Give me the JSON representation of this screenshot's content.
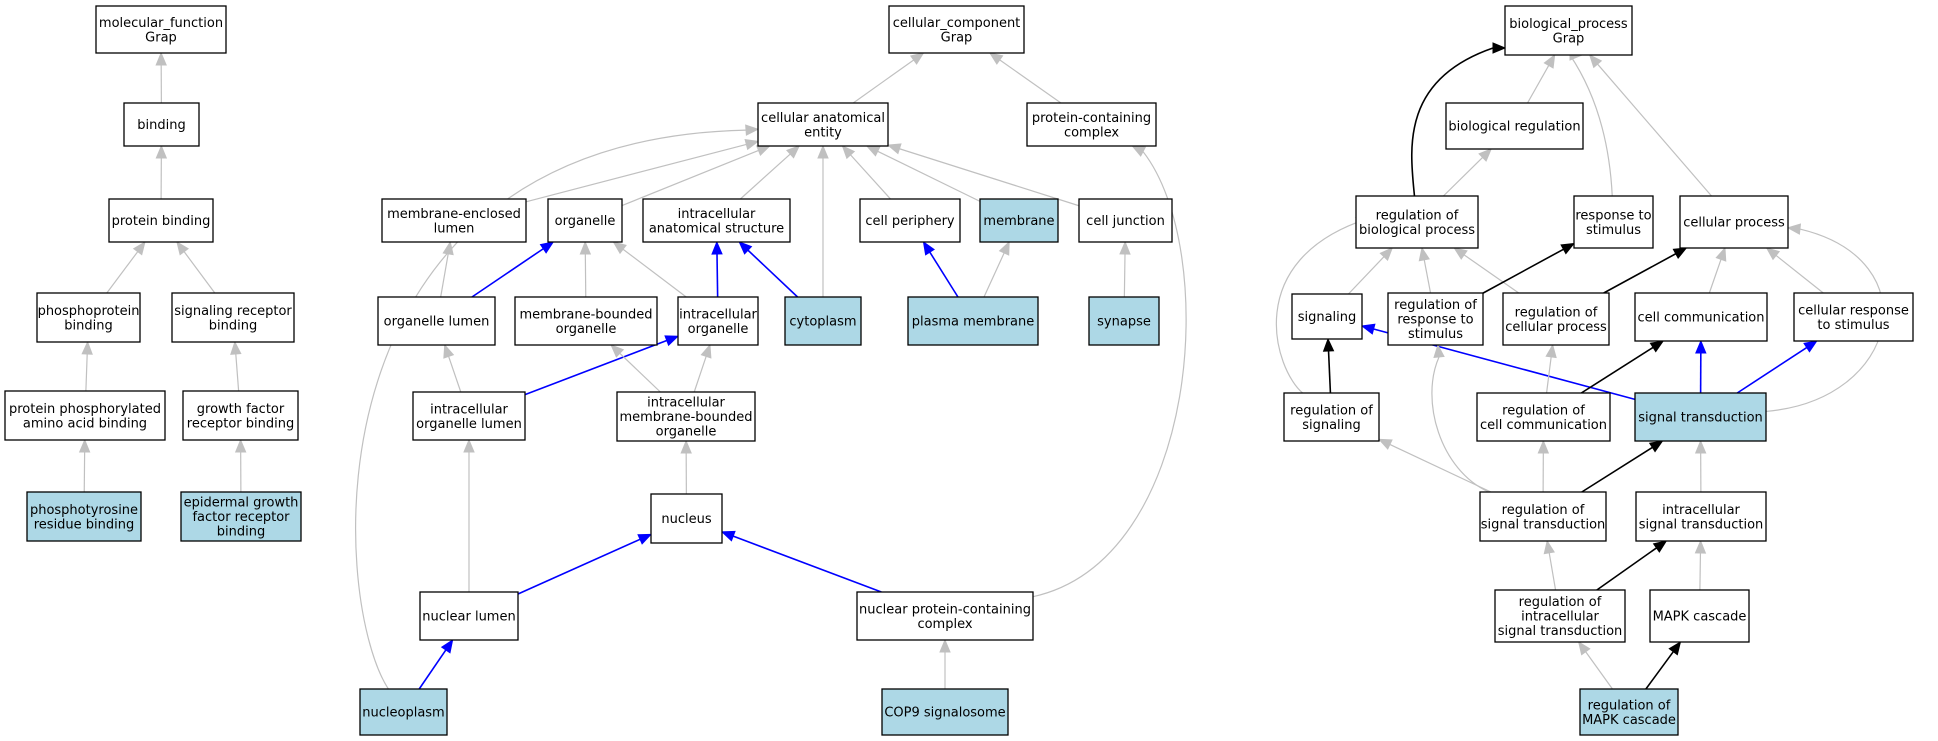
{
  "colors": {
    "default_node": "#ffffff",
    "highlight_node": "#add8e6",
    "edge_gray": "#c0c0c0",
    "edge_blue": "#0000ff",
    "edge_black": "#000000",
    "border": "#000000"
  },
  "nodes": [
    {
      "id": "mf_root",
      "lines": [
        "molecular_function",
        "Grap"
      ],
      "fill": "default_node"
    },
    {
      "id": "binding",
      "lines": [
        "binding"
      ],
      "fill": "default_node"
    },
    {
      "id": "protein_binding",
      "lines": [
        "protein binding"
      ],
      "fill": "default_node"
    },
    {
      "id": "phosphoprotein_binding",
      "lines": [
        "phosphoprotein",
        "binding"
      ],
      "fill": "default_node"
    },
    {
      "id": "signaling_receptor_binding",
      "lines": [
        "signaling receptor",
        "binding"
      ],
      "fill": "default_node"
    },
    {
      "id": "phospho_aa_binding",
      "lines": [
        "protein phosphorylated",
        "amino acid binding"
      ],
      "fill": "default_node"
    },
    {
      "id": "gf_receptor_binding",
      "lines": [
        "growth factor",
        "receptor binding"
      ],
      "fill": "default_node"
    },
    {
      "id": "ptyr_binding",
      "lines": [
        "phosphotyrosine",
        "residue binding"
      ],
      "fill": "highlight_node"
    },
    {
      "id": "egfr_binding",
      "lines": [
        "epidermal growth",
        "factor receptor",
        "binding"
      ],
      "fill": "highlight_node"
    },
    {
      "id": "cc_root",
      "lines": [
        "cellular_component",
        "Grap"
      ],
      "fill": "default_node"
    },
    {
      "id": "cae",
      "lines": [
        "cellular anatomical",
        "entity"
      ],
      "fill": "default_node"
    },
    {
      "id": "pcc",
      "lines": [
        "protein-containing",
        "complex"
      ],
      "fill": "default_node"
    },
    {
      "id": "mel",
      "lines": [
        "membrane-enclosed",
        "lumen"
      ],
      "fill": "default_node"
    },
    {
      "id": "organelle",
      "lines": [
        "organelle"
      ],
      "fill": "default_node"
    },
    {
      "id": "ias",
      "lines": [
        "intracellular",
        "anatomical structure"
      ],
      "fill": "default_node"
    },
    {
      "id": "cell_periphery",
      "lines": [
        "cell periphery"
      ],
      "fill": "default_node"
    },
    {
      "id": "membrane",
      "lines": [
        "membrane"
      ],
      "fill": "highlight_node"
    },
    {
      "id": "cell_junction",
      "lines": [
        "cell junction"
      ],
      "fill": "default_node"
    },
    {
      "id": "organelle_lumen",
      "lines": [
        "organelle lumen"
      ],
      "fill": "default_node"
    },
    {
      "id": "mbo",
      "lines": [
        "membrane-bounded",
        "organelle"
      ],
      "fill": "default_node"
    },
    {
      "id": "io",
      "lines": [
        "intracellular",
        "organelle"
      ],
      "fill": "default_node"
    },
    {
      "id": "cytoplasm",
      "lines": [
        "cytoplasm"
      ],
      "fill": "highlight_node"
    },
    {
      "id": "plasma_membrane",
      "lines": [
        "plasma membrane"
      ],
      "fill": "highlight_node"
    },
    {
      "id": "synapse",
      "lines": [
        "synapse"
      ],
      "fill": "highlight_node"
    },
    {
      "id": "iol",
      "lines": [
        "intracellular",
        "organelle lumen"
      ],
      "fill": "default_node"
    },
    {
      "id": "imbo",
      "lines": [
        "intracellular",
        "membrane-bounded",
        "organelle"
      ],
      "fill": "default_node"
    },
    {
      "id": "nucleus",
      "lines": [
        "nucleus"
      ],
      "fill": "default_node"
    },
    {
      "id": "nuclear_lumen",
      "lines": [
        "nuclear lumen"
      ],
      "fill": "default_node"
    },
    {
      "id": "npcc",
      "lines": [
        "nuclear protein-containing",
        "complex"
      ],
      "fill": "default_node"
    },
    {
      "id": "nucleoplasm",
      "lines": [
        "nucleoplasm"
      ],
      "fill": "highlight_node"
    },
    {
      "id": "cop9",
      "lines": [
        "COP9 signalosome"
      ],
      "fill": "highlight_node"
    },
    {
      "id": "bp_root",
      "lines": [
        "biological_process",
        "Grap"
      ],
      "fill": "default_node"
    },
    {
      "id": "bio_reg",
      "lines": [
        "biological regulation"
      ],
      "fill": "default_node"
    },
    {
      "id": "reg_bp",
      "lines": [
        "regulation of",
        "biological process"
      ],
      "fill": "default_node"
    },
    {
      "id": "resp_stim",
      "lines": [
        "response to",
        "stimulus"
      ],
      "fill": "default_node"
    },
    {
      "id": "cell_proc",
      "lines": [
        "cellular process"
      ],
      "fill": "default_node"
    },
    {
      "id": "signaling",
      "lines": [
        "signaling"
      ],
      "fill": "default_node"
    },
    {
      "id": "reg_resp_stim",
      "lines": [
        "regulation of",
        "response to",
        "stimulus"
      ],
      "fill": "default_node"
    },
    {
      "id": "reg_cell_proc",
      "lines": [
        "regulation of",
        "cellular process"
      ],
      "fill": "default_node"
    },
    {
      "id": "cell_comm",
      "lines": [
        "cell communication"
      ],
      "fill": "default_node"
    },
    {
      "id": "cell_resp_stim",
      "lines": [
        "cellular response",
        "to stimulus"
      ],
      "fill": "default_node"
    },
    {
      "id": "reg_signaling",
      "lines": [
        "regulation of",
        "signaling"
      ],
      "fill": "default_node"
    },
    {
      "id": "reg_cell_comm",
      "lines": [
        "regulation of",
        "cell communication"
      ],
      "fill": "default_node"
    },
    {
      "id": "sig_trans",
      "lines": [
        "signal transduction"
      ],
      "fill": "highlight_node"
    },
    {
      "id": "reg_sig_trans",
      "lines": [
        "regulation of",
        "signal transduction"
      ],
      "fill": "default_node"
    },
    {
      "id": "intra_sig_trans",
      "lines": [
        "intracellular",
        "signal transduction"
      ],
      "fill": "default_node"
    },
    {
      "id": "reg_intra_sig",
      "lines": [
        "regulation of",
        "intracellular",
        "signal transduction"
      ],
      "fill": "default_node"
    },
    {
      "id": "mapk",
      "lines": [
        "MAPK cascade"
      ],
      "fill": "default_node"
    },
    {
      "id": "reg_mapk",
      "lines": [
        "regulation of",
        "MAPK cascade"
      ],
      "fill": "highlight_node"
    }
  ],
  "edges": [
    {
      "from": "binding",
      "to": "mf_root",
      "color": "edge_gray"
    },
    {
      "from": "protein_binding",
      "to": "binding",
      "color": "edge_gray"
    },
    {
      "from": "phosphoprotein_binding",
      "to": "protein_binding",
      "color": "edge_gray"
    },
    {
      "from": "signaling_receptor_binding",
      "to": "protein_binding",
      "color": "edge_gray"
    },
    {
      "from": "phospho_aa_binding",
      "to": "phosphoprotein_binding",
      "color": "edge_gray"
    },
    {
      "from": "gf_receptor_binding",
      "to": "signaling_receptor_binding",
      "color": "edge_gray"
    },
    {
      "from": "ptyr_binding",
      "to": "phospho_aa_binding",
      "color": "edge_gray"
    },
    {
      "from": "egfr_binding",
      "to": "gf_receptor_binding",
      "color": "edge_gray"
    },
    {
      "from": "cae",
      "to": "cc_root",
      "color": "edge_gray"
    },
    {
      "from": "pcc",
      "to": "cc_root",
      "color": "edge_gray"
    },
    {
      "from": "mel",
      "to": "cae",
      "color": "edge_gray"
    },
    {
      "from": "organelle",
      "to": "cae",
      "color": "edge_gray"
    },
    {
      "from": "ias",
      "to": "cae",
      "color": "edge_gray"
    },
    {
      "from": "cytoplasm",
      "to": "cae",
      "color": "edge_gray"
    },
    {
      "from": "cell_periphery",
      "to": "cae",
      "color": "edge_gray"
    },
    {
      "from": "membrane",
      "to": "cae",
      "color": "edge_gray"
    },
    {
      "from": "cell_junction",
      "to": "cae",
      "color": "edge_gray"
    },
    {
      "from": "nucleoplasm",
      "to": "cae",
      "color": "edge_gray"
    },
    {
      "from": "organelle_lumen",
      "to": "mel",
      "color": "edge_gray"
    },
    {
      "from": "organelle_lumen",
      "to": "organelle",
      "color": "edge_blue"
    },
    {
      "from": "mbo",
      "to": "organelle",
      "color": "edge_gray"
    },
    {
      "from": "io",
      "to": "organelle",
      "color": "edge_gray"
    },
    {
      "from": "io",
      "to": "ias",
      "color": "edge_blue"
    },
    {
      "from": "cytoplasm",
      "to": "ias",
      "color": "edge_blue"
    },
    {
      "from": "plasma_membrane",
      "to": "cell_periphery",
      "color": "edge_blue"
    },
    {
      "from": "plasma_membrane",
      "to": "membrane",
      "color": "edge_gray"
    },
    {
      "from": "synapse",
      "to": "cell_junction",
      "color": "edge_gray"
    },
    {
      "from": "iol",
      "to": "organelle_lumen",
      "color": "edge_gray"
    },
    {
      "from": "iol",
      "to": "io",
      "color": "edge_blue"
    },
    {
      "from": "imbo",
      "to": "mbo",
      "color": "edge_gray"
    },
    {
      "from": "imbo",
      "to": "io",
      "color": "edge_gray"
    },
    {
      "from": "nucleus",
      "to": "imbo",
      "color": "edge_gray"
    },
    {
      "from": "nuclear_lumen",
      "to": "iol",
      "color": "edge_gray"
    },
    {
      "from": "nuclear_lumen",
      "to": "nucleus",
      "color": "edge_blue"
    },
    {
      "from": "npcc",
      "to": "nucleus",
      "color": "edge_blue"
    },
    {
      "from": "npcc",
      "to": "pcc",
      "color": "edge_gray"
    },
    {
      "from": "nucleoplasm",
      "to": "nuclear_lumen",
      "color": "edge_blue"
    },
    {
      "from": "cop9",
      "to": "npcc",
      "color": "edge_gray"
    },
    {
      "from": "bio_reg",
      "to": "bp_root",
      "color": "edge_gray"
    },
    {
      "from": "reg_bp",
      "to": "bp_root",
      "color": "edge_black"
    },
    {
      "from": "resp_stim",
      "to": "bp_root",
      "color": "edge_gray"
    },
    {
      "from": "cell_proc",
      "to": "bp_root",
      "color": "edge_gray"
    },
    {
      "from": "reg_bp",
      "to": "bio_reg",
      "color": "edge_gray"
    },
    {
      "from": "signaling",
      "to": "reg_bp",
      "color": "edge_gray"
    },
    {
      "from": "reg_signaling",
      "to": "reg_bp",
      "color": "edge_gray"
    },
    {
      "from": "reg_resp_stim",
      "to": "reg_bp",
      "color": "edge_gray"
    },
    {
      "from": "reg_cell_proc",
      "to": "reg_bp",
      "color": "edge_gray"
    },
    {
      "from": "reg_resp_stim",
      "to": "resp_stim",
      "color": "edge_black"
    },
    {
      "from": "reg_cell_proc",
      "to": "cell_proc",
      "color": "edge_black"
    },
    {
      "from": "cell_comm",
      "to": "cell_proc",
      "color": "edge_gray"
    },
    {
      "from": "cell_resp_stim",
      "to": "cell_proc",
      "color": "edge_gray"
    },
    {
      "from": "reg_signaling",
      "to": "signaling",
      "color": "edge_black"
    },
    {
      "from": "sig_trans",
      "to": "signaling",
      "color": "edge_blue"
    },
    {
      "from": "sig_trans",
      "to": "cell_comm",
      "color": "edge_blue"
    },
    {
      "from": "sig_trans",
      "to": "cell_resp_stim",
      "color": "edge_blue"
    },
    {
      "from": "sig_trans",
      "to": "cell_proc",
      "color": "edge_gray"
    },
    {
      "from": "reg_cell_comm",
      "to": "reg_cell_proc",
      "color": "edge_gray"
    },
    {
      "from": "reg_cell_comm",
      "to": "cell_comm",
      "color": "edge_black"
    },
    {
      "from": "reg_sig_trans",
      "to": "reg_signaling",
      "color": "edge_gray"
    },
    {
      "from": "reg_sig_trans",
      "to": "reg_cell_comm",
      "color": "edge_gray"
    },
    {
      "from": "reg_sig_trans",
      "to": "sig_trans",
      "color": "edge_black"
    },
    {
      "from": "reg_sig_trans",
      "to": "reg_resp_stim",
      "color": "edge_gray"
    },
    {
      "from": "intra_sig_trans",
      "to": "sig_trans",
      "color": "edge_gray"
    },
    {
      "from": "reg_intra_sig",
      "to": "reg_sig_trans",
      "color": "edge_gray"
    },
    {
      "from": "reg_intra_sig",
      "to": "intra_sig_trans",
      "color": "edge_black"
    },
    {
      "from": "mapk",
      "to": "intra_sig_trans",
      "color": "edge_gray"
    },
    {
      "from": "reg_mapk",
      "to": "reg_intra_sig",
      "color": "edge_gray"
    },
    {
      "from": "reg_mapk",
      "to": "mapk",
      "color": "edge_black"
    }
  ]
}
